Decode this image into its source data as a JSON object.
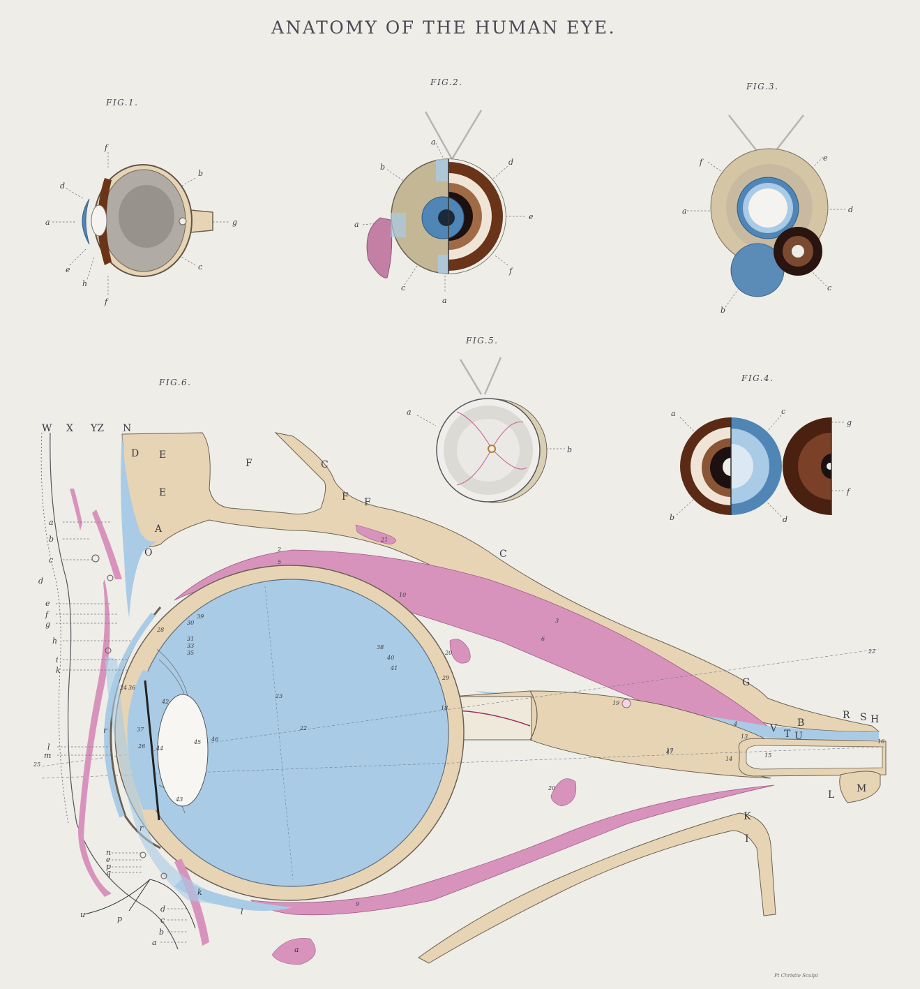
{
  "plate": {
    "title": "ANATOMY OF THE HUMAN EYE.",
    "engraver": "Pt Christie Sculpt"
  },
  "colors": {
    "paper": "#eeede8",
    "humour_blue": "#a9cbe6",
    "tissue_tan": "#e7d4b4",
    "muscle_pink": "#d893bd",
    "iris_brown": "#6a3418",
    "iris_blue": "#4f86b5",
    "ink": "#55555c"
  },
  "figures": [
    {
      "id": "fig1",
      "caption": "FIG.1.",
      "labels": [
        "f",
        "d",
        "b",
        "a",
        "g",
        "e",
        "h",
        "c",
        "f"
      ]
    },
    {
      "id": "fig2",
      "caption": "FIG.2.",
      "labels": [
        "a",
        "b",
        "d",
        "a",
        "e",
        "c",
        "f",
        "a"
      ]
    },
    {
      "id": "fig3",
      "caption": "FIG.3.",
      "labels": [
        "f",
        "e",
        "a",
        "d",
        "b",
        "c"
      ]
    },
    {
      "id": "fig4",
      "caption": "FIG.4.",
      "labels": [
        "a",
        "c",
        "g",
        "b",
        "d",
        "f"
      ]
    },
    {
      "id": "fig5",
      "caption": "FIG.5.",
      "labels": [
        "a",
        "b"
      ]
    },
    {
      "id": "fig6",
      "caption": "FIG.6.",
      "top_caps": [
        "W",
        "X",
        "YZ",
        "N"
      ],
      "caps": [
        "D",
        "E",
        "E",
        "A",
        "O",
        "F",
        "C",
        "F",
        "F",
        "C",
        "G",
        "R",
        "S",
        "H",
        "B",
        "V",
        "T",
        "U",
        "L",
        "M",
        "K",
        "I"
      ],
      "left_labels": [
        "a",
        "b",
        "c",
        "d",
        "e",
        "f",
        "g",
        "h",
        "i",
        "k",
        "l",
        "m",
        "r",
        "r",
        "n",
        "e",
        "p",
        "q",
        "k",
        "u",
        "p",
        "d",
        "c",
        "b",
        "a",
        "l"
      ],
      "numbers": [
        "2",
        "3",
        "4",
        "5",
        "6",
        "9",
        "10",
        "13",
        "14",
        "15",
        "16",
        "17",
        "18",
        "19",
        "20",
        "20",
        "21",
        "22",
        "22",
        "23",
        "24",
        "25",
        "26",
        "28",
        "29",
        "30",
        "31",
        "33",
        "35",
        "36",
        "37",
        "38",
        "39",
        "40",
        "41",
        "42",
        "43",
        "44",
        "45",
        "46",
        "47"
      ],
      "extra": [
        "a"
      ]
    }
  ]
}
